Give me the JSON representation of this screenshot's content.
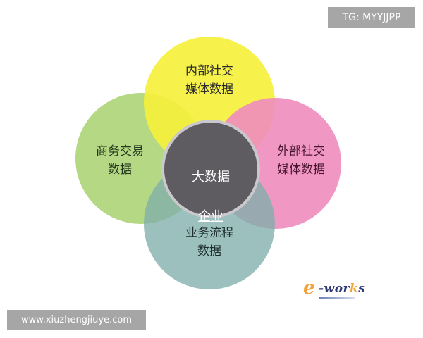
{
  "watermarks": {
    "tag": "TG: MYYJJPP",
    "url": "www.xiuzhengjiuye.com"
  },
  "logo": {
    "e": "e",
    "pre": "-wor",
    "k": "k",
    "post": "s"
  },
  "diagram": {
    "type": "venn",
    "center": {
      "line1": "大数据",
      "line2": "企业",
      "color": "#5e5c60"
    },
    "circles": [
      {
        "position": "top",
        "label": "内部社交\n媒体数据",
        "color": "#f5f03c"
      },
      {
        "position": "left",
        "label": "商务交易\n数据",
        "color": "#b0d67d"
      },
      {
        "position": "right",
        "label": "外部社交\n媒体数据",
        "color": "#f08cbe"
      },
      {
        "position": "bottom",
        "label": "业务流程\n数据",
        "color": "#80aeaa"
      }
    ]
  }
}
